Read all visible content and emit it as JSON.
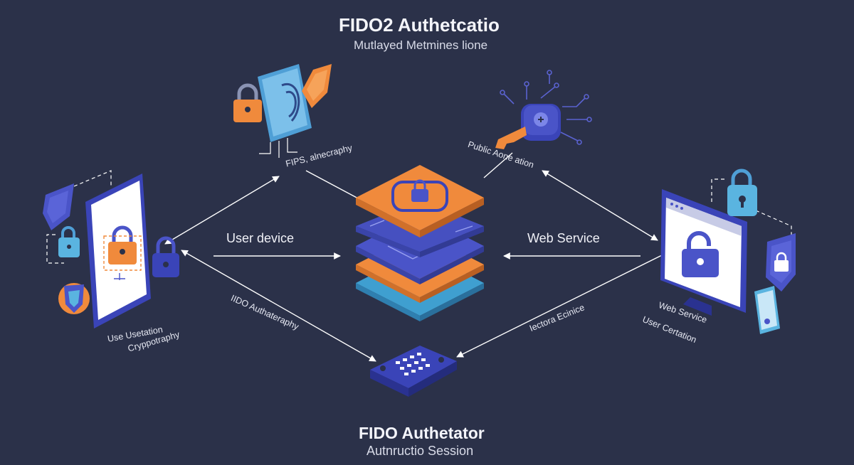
{
  "header": {
    "title": "FIDO2 Authetcatio",
    "subtitle": "Mutlayed Metmines lione"
  },
  "labels": {
    "user_device": "User device",
    "web_service": "Web Service",
    "fips_note": "FIPS, alnecraphy",
    "public_note": "Public Aone ation",
    "fido_note": "IIDO Authateraphy",
    "lectora_note": "Iectora Ecinice",
    "left_caption_1": "Use Usetation",
    "left_caption_2": "Cryppotraphy",
    "right_caption_1": "Web Service",
    "right_caption_2": "User Certation"
  },
  "footer": {
    "title": "FIDO Authetator",
    "subtitle": "Autnructio Session"
  },
  "colors": {
    "background": "#2b3149",
    "accent_orange": "#f08a3c",
    "accent_blue": "#4a54c8",
    "accent_light_blue": "#5ab4e0"
  }
}
